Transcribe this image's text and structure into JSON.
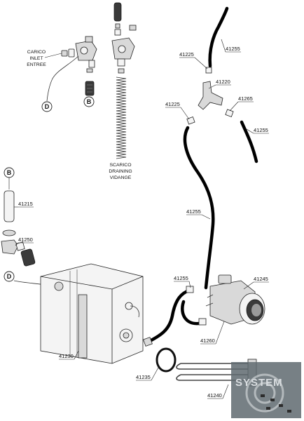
{
  "parts": {
    "p41255a": "41255",
    "p41225a": "41225",
    "p41220": "41220",
    "p41225b": "41225",
    "p41265": "41265",
    "p41255b": "41255",
    "p41255c": "41255",
    "p41255d": "41255",
    "p41245": "41245",
    "p41260": "41260",
    "p41215": "41215",
    "p41250": "41250",
    "p41230": "41230",
    "p41235": "41235",
    "p41240": "41240"
  },
  "captions": {
    "inlet": [
      "CARICO",
      "INLET",
      "ENTREE"
    ],
    "drain": [
      "SCARICO",
      "DRAINING",
      "VIDANGE"
    ]
  },
  "connectors": {
    "d_top": "D",
    "b_top": "B",
    "b_left": "B",
    "d_left": "D"
  },
  "watermark": {
    "brand": "SYSTEM"
  }
}
